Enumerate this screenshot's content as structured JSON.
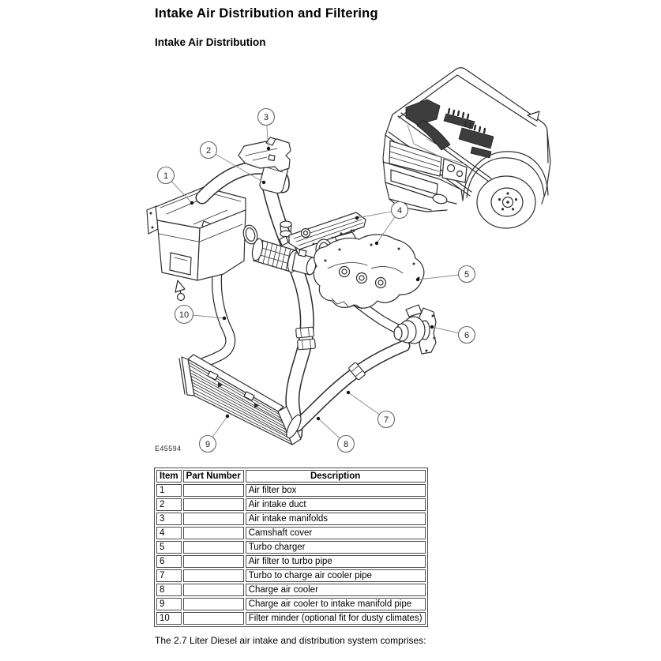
{
  "page": {
    "heading": "Intake Air Distribution and Filtering",
    "subheading": "Intake Air Distribution",
    "body_text": "The 2.7 Liter Diesel air intake and distribution system comprises:"
  },
  "diagram": {
    "figure_code": "E45594",
    "callouts": [
      {
        "label": "1"
      },
      {
        "label": "2"
      },
      {
        "label": "3"
      },
      {
        "label": "4"
      },
      {
        "label": "5"
      },
      {
        "label": "6"
      },
      {
        "label": "7"
      },
      {
        "label": "8"
      },
      {
        "label": "9"
      },
      {
        "label": "10"
      }
    ]
  },
  "parts_table": {
    "headers": [
      "Item",
      "Part Number",
      "Description"
    ],
    "rows": [
      {
        "item": "1",
        "part_number": "",
        "description": "Air filter box"
      },
      {
        "item": "2",
        "part_number": "",
        "description": "Air intake duct"
      },
      {
        "item": "3",
        "part_number": "",
        "description": "Air intake manifolds"
      },
      {
        "item": "4",
        "part_number": "",
        "description": "Camshaft cover"
      },
      {
        "item": "5",
        "part_number": "",
        "description": "Turbo charger"
      },
      {
        "item": "6",
        "part_number": "",
        "description": "Air filter to turbo pipe"
      },
      {
        "item": "7",
        "part_number": "",
        "description": "Turbo to charge air cooler pipe"
      },
      {
        "item": "8",
        "part_number": "",
        "description": "Charge air cooler"
      },
      {
        "item": "9",
        "part_number": "",
        "description": "Charge air cooler to intake manifold pipe"
      },
      {
        "item": "10",
        "part_number": "",
        "description": "Filter minder (optional fit for dusty climates)"
      }
    ]
  },
  "colors": {
    "ink": "#2f2f2f",
    "leader_line": "#8f8f8f",
    "dark_fill": "#3d3d3d",
    "table_border": "#4d4d4d",
    "background": "#ffffff",
    "text": "#000000"
  }
}
